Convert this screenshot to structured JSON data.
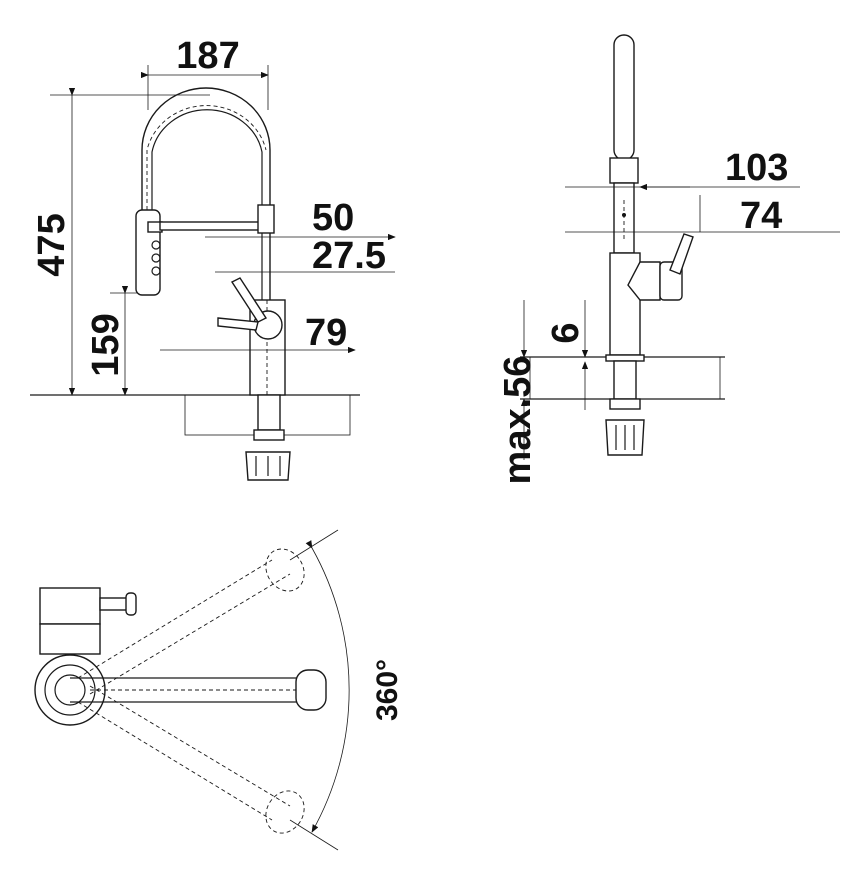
{
  "front_view": {
    "width_label": "187",
    "height_label": "475",
    "offset_50_label": "50",
    "offset_27_5_label": "27.5",
    "spray_height_label": "159",
    "base_diameter_label": "79"
  },
  "side_view": {
    "depth_103_label": "103",
    "depth_74_label": "74",
    "min_thickness_label": "6",
    "max_thickness_label": "max.56"
  },
  "top_view": {
    "rotation_label": "360°"
  }
}
